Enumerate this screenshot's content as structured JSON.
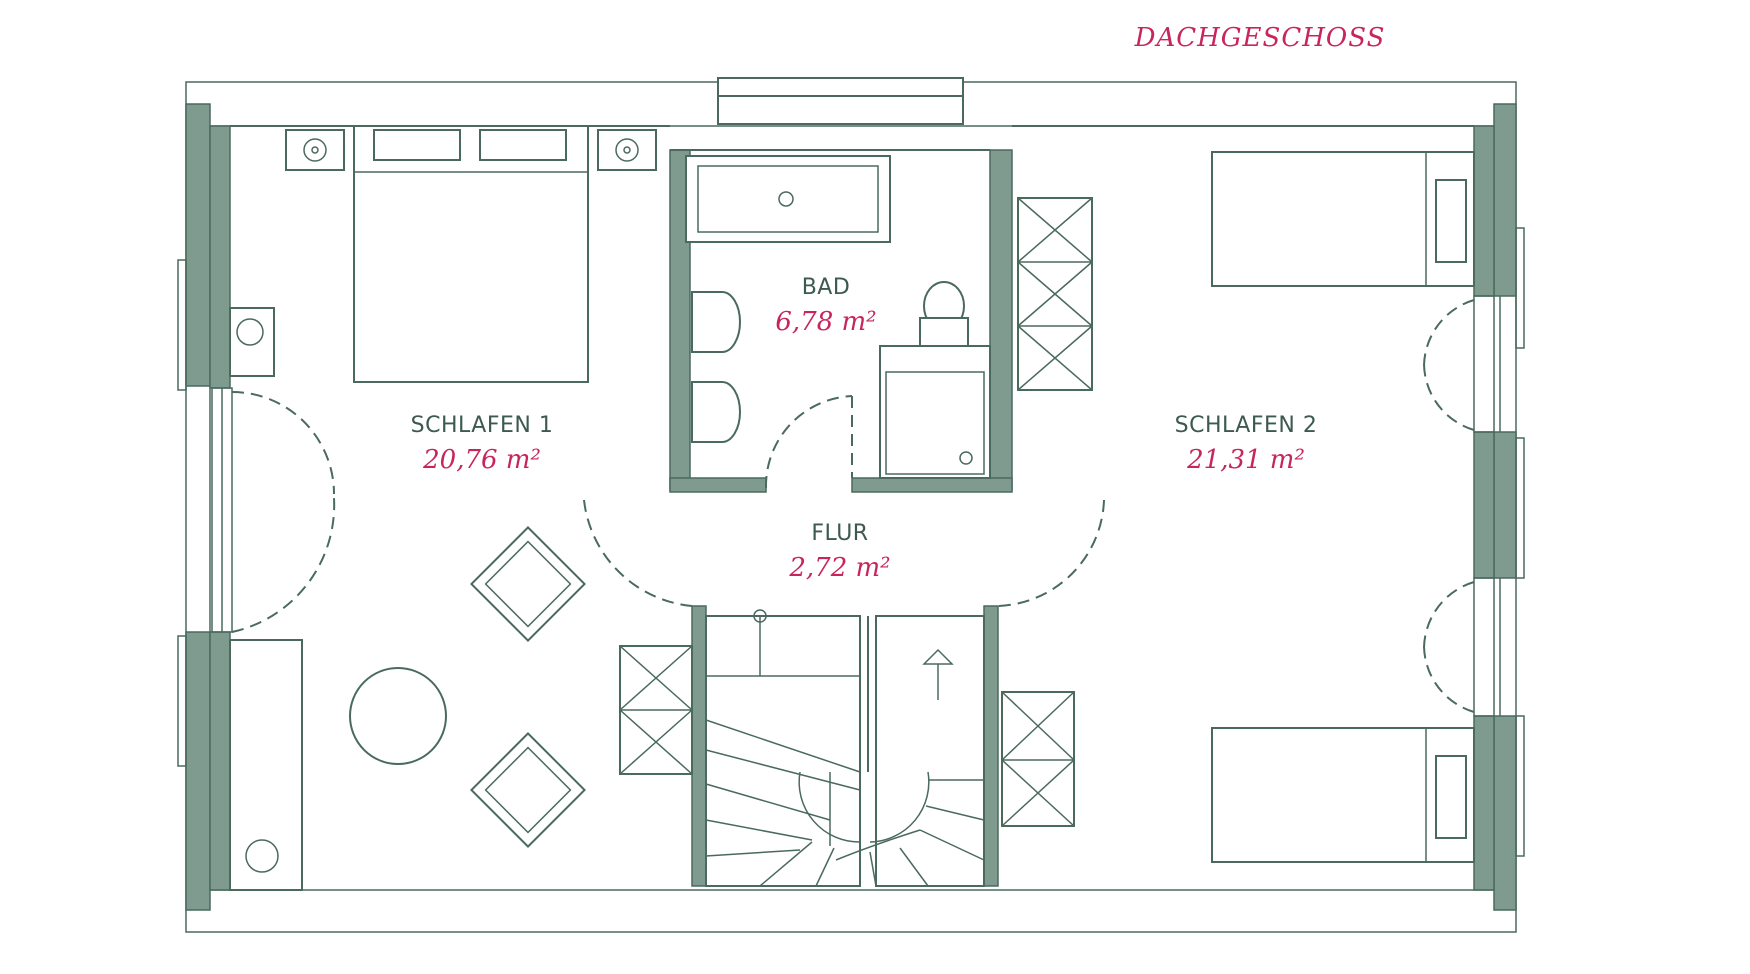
{
  "floor": {
    "label": "DACHGESCHOSS"
  },
  "rooms": [
    {
      "id": "schlafen-1",
      "name": "SCHLAFEN 1",
      "area": "20,76 m²"
    },
    {
      "id": "bad",
      "name": "BAD",
      "area": "6,78 m²"
    },
    {
      "id": "flur",
      "name": "FLUR",
      "area": "2,72 m²"
    },
    {
      "id": "schlafen-2",
      "name": "SCHLAFEN 2",
      "area": "21,31 m²"
    }
  ],
  "colors": {
    "wall": "#7f9a8e",
    "line": "#4a6a5e",
    "area_text": "#c8255a",
    "label_text": "#3d5a4f"
  }
}
